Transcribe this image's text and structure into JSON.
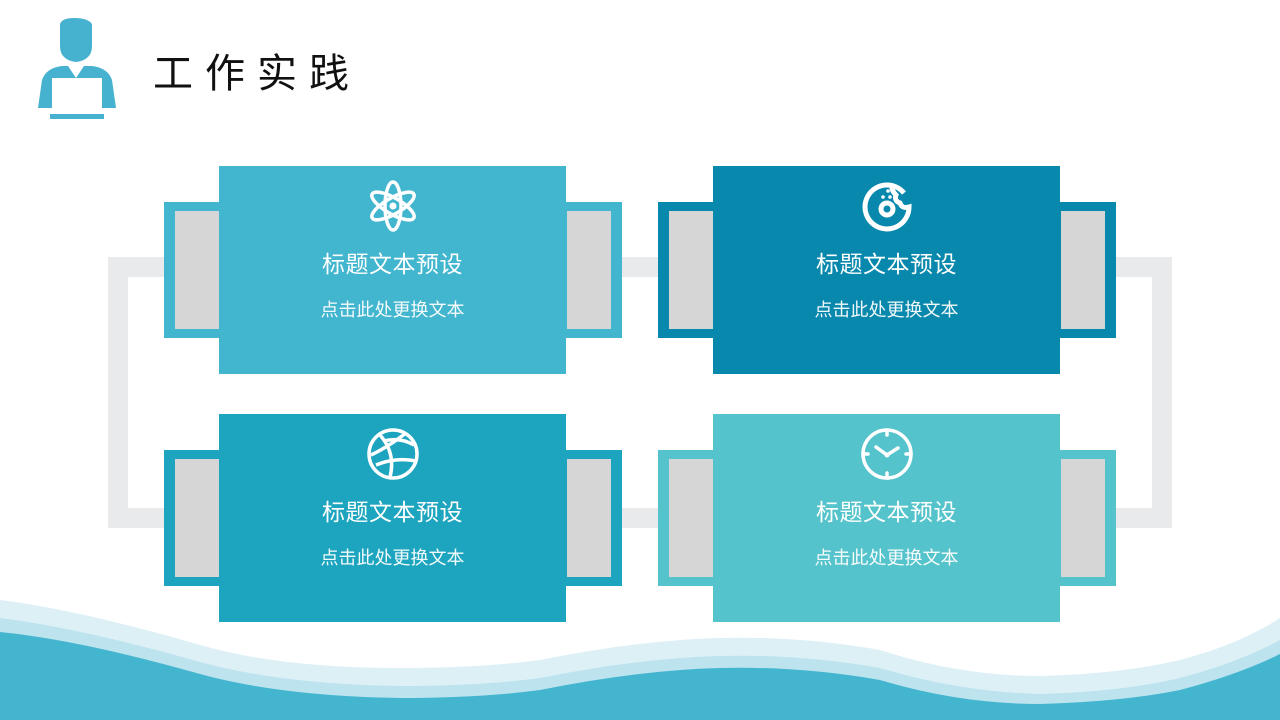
{
  "header": {
    "title": "工作实践",
    "icon": "person-laptop-icon",
    "icon_color": "#47B2D0"
  },
  "colors": {
    "frame": "#E9EAEC",
    "panel_grey": "#D6D6D7",
    "wave_dark": "#43B5CF",
    "wave_mid": "#BCE3EE",
    "wave_light": "#DDF0F6"
  },
  "cards": [
    {
      "icon": "atom-icon",
      "title": "标题文本预设",
      "text": "点击此处更换文本",
      "color": "#42B5CF"
    },
    {
      "icon": "cookie-icon",
      "title": "标题文本预设",
      "text": "点击此处更换文本",
      "color": "#0788AC"
    },
    {
      "icon": "basketball-icon",
      "title": "标题文本预设",
      "text": "点击此处更换文本",
      "color": "#1DA5BF"
    },
    {
      "icon": "clock-icon",
      "title": "标题文本预设",
      "text": "点击此处更换文本",
      "color": "#55C3CB"
    }
  ]
}
